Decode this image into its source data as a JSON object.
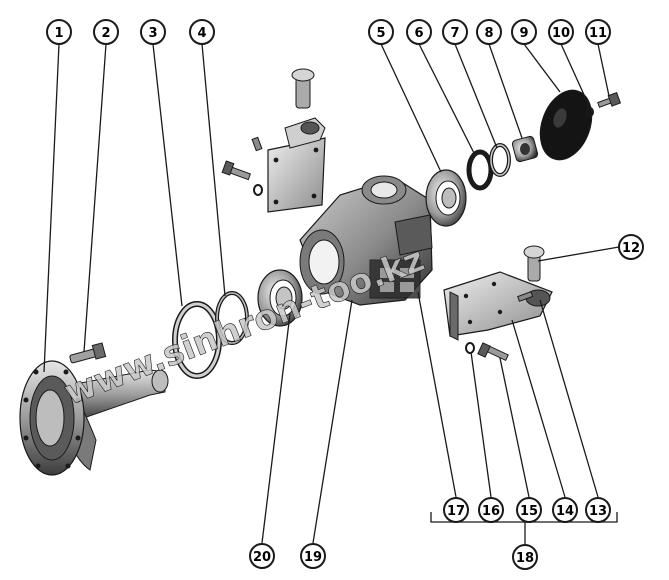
{
  "watermark": "www.sinhron-too.kz",
  "corner_mark": "",
  "callouts": [
    "1",
    "2",
    "3",
    "4",
    "5",
    "6",
    "7",
    "8",
    "9",
    "10",
    "11",
    "12",
    "13",
    "14",
    "15",
    "16",
    "17",
    "18",
    "19",
    "20"
  ],
  "colors": {
    "ink": "#1a1a1a",
    "metal_light": "#d9d9d9",
    "metal_mid": "#9a9a9a",
    "metal_dark": "#4a4a4a",
    "watermark": "#c8c8c8"
  }
}
